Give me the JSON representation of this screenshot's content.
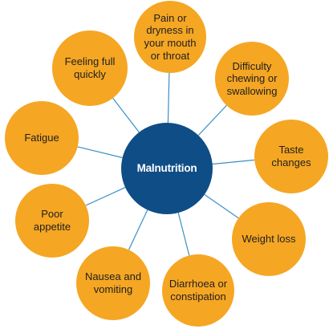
{
  "colors": {
    "center": "#0f4d86",
    "center_text": "#ffffff",
    "satellite": "#f5a623",
    "connector": "#3a8fc6"
  },
  "center": {
    "label": "Malnutrition"
  },
  "satellites": [
    {
      "id": "pain",
      "label": "Pain or\ndryness in\nyour mouth\nor throat"
    },
    {
      "id": "difficulty",
      "label": "Difficulty\nchewing or\nswallowing"
    },
    {
      "id": "taste",
      "label": "Taste\nchanges"
    },
    {
      "id": "weight",
      "label": "Weight loss"
    },
    {
      "id": "diarrhoea",
      "label": "Diarrhoea or\nconstipation"
    },
    {
      "id": "nausea",
      "label": "Nausea and\nvomiting"
    },
    {
      "id": "appetite",
      "label": "Poor\nappetite"
    },
    {
      "id": "fatigue",
      "label": "Fatigue"
    },
    {
      "id": "full",
      "label": "Feeling full\nquickly"
    }
  ]
}
